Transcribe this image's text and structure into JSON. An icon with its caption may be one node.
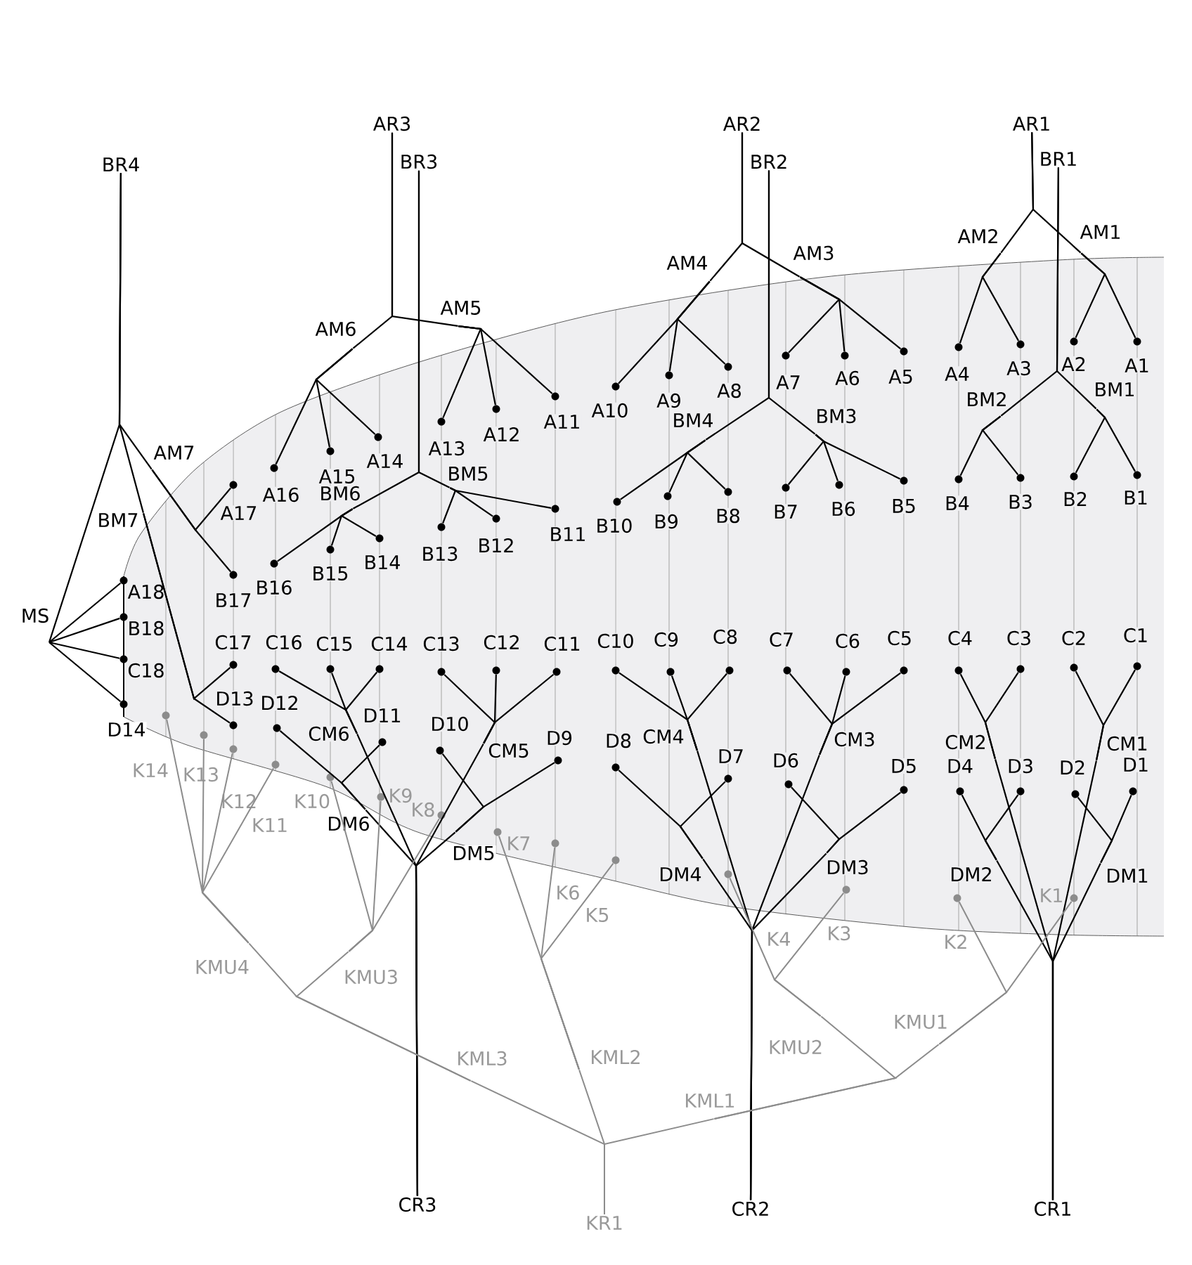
{
  "diagram": {
    "nodes": [
      {
        "text": [
          "AR1"
        ]
      },
      {
        "text": [
          "AM2"
        ]
      },
      {
        "text": [
          "AM1"
        ]
      },
      {
        "text": [
          "A4"
        ]
      },
      {
        "text": [
          "A3"
        ]
      },
      {
        "text": [
          "A2"
        ]
      },
      {
        "text": [
          "A1"
        ]
      },
      {
        "text": [
          "BR1"
        ]
      },
      {
        "text": [
          "BM2"
        ]
      },
      {
        "text": [
          "BM1"
        ]
      },
      {
        "text": [
          "B4"
        ]
      },
      {
        "text": [
          "B3"
        ]
      },
      {
        "text": [
          "B2"
        ]
      },
      {
        "text": [
          "B1"
        ]
      },
      {
        "text": [
          "AR2"
        ]
      },
      {
        "text": [
          "AM4"
        ]
      },
      {
        "text": [
          "AM3"
        ]
      },
      {
        "text": [
          "A10"
        ]
      },
      {
        "text": [
          "A9"
        ]
      },
      {
        "text": [
          "A8"
        ]
      },
      {
        "text": [
          "A7"
        ]
      },
      {
        "text": [
          "A6"
        ]
      },
      {
        "text": [
          "A5"
        ]
      },
      {
        "text": [
          "BR2"
        ]
      },
      {
        "text": [
          "BM4"
        ]
      },
      {
        "text": [
          "BM3"
        ]
      },
      {
        "text": [
          "B10"
        ]
      },
      {
        "text": [
          "B9"
        ]
      },
      {
        "text": [
          "B8"
        ]
      },
      {
        "text": [
          "B7"
        ]
      },
      {
        "text": [
          "B6"
        ]
      },
      {
        "text": [
          "B5"
        ]
      },
      {
        "text": [
          "AR3"
        ]
      },
      {
        "text": [
          "AM6"
        ]
      },
      {
        "text": [
          "AM5"
        ]
      },
      {
        "text": [
          "A16"
        ]
      },
      {
        "text": [
          "A15"
        ]
      },
      {
        "text": [
          "A14"
        ]
      },
      {
        "text": [
          "A13"
        ]
      },
      {
        "text": [
          "A12"
        ]
      },
      {
        "text": [
          "A11"
        ]
      },
      {
        "text": [
          "BR3"
        ]
      },
      {
        "text": [
          "BM6"
        ]
      },
      {
        "text": [
          "BM5"
        ]
      },
      {
        "text": [
          "B16"
        ]
      },
      {
        "text": [
          "B15"
        ]
      },
      {
        "text": [
          "B14"
        ]
      },
      {
        "text": [
          "B13"
        ]
      },
      {
        "text": [
          "B12"
        ]
      },
      {
        "text": [
          "B11"
        ]
      },
      {
        "text": [
          "BR4"
        ]
      },
      {
        "text": [
          "AM7"
        ]
      },
      {
        "text": [
          "BM7"
        ]
      },
      {
        "text": [
          "MS"
        ]
      },
      {
        "text": [
          "A17"
        ]
      },
      {
        "text": [
          "B17"
        ]
      },
      {
        "text": [
          "C17"
        ]
      },
      {
        "text": [
          "D13"
        ]
      },
      {
        "text": [
          "A18"
        ]
      },
      {
        "text": [
          "B18"
        ]
      },
      {
        "text": [
          "C18"
        ]
      },
      {
        "text": [
          "D14"
        ]
      },
      {
        "text": [
          "CR3"
        ]
      },
      {
        "text": [
          "CM6"
        ]
      },
      {
        "text": [
          "DM6"
        ]
      },
      {
        "text": [
          "CM5"
        ]
      },
      {
        "text": [
          "DM5"
        ]
      },
      {
        "text": [
          "C16"
        ]
      },
      {
        "text": [
          "C15"
        ]
      },
      {
        "text": [
          "C14"
        ]
      },
      {
        "text": [
          "D12"
        ]
      },
      {
        "text": [
          "D11"
        ]
      },
      {
        "text": [
          "C13"
        ]
      },
      {
        "text": [
          "C12"
        ]
      },
      {
        "text": [
          "C11"
        ]
      },
      {
        "text": [
          "D10"
        ]
      },
      {
        "text": [
          "D9"
        ]
      },
      {
        "text": [
          "CR2"
        ]
      },
      {
        "text": [
          "CM4"
        ]
      },
      {
        "text": [
          "DM4"
        ]
      },
      {
        "text": [
          "CM3"
        ]
      },
      {
        "text": [
          "DM3"
        ]
      },
      {
        "text": [
          "C10"
        ]
      },
      {
        "text": [
          "C9"
        ]
      },
      {
        "text": [
          "C8"
        ]
      },
      {
        "text": [
          "D8"
        ]
      },
      {
        "text": [
          "D7"
        ]
      },
      {
        "text": [
          "C7"
        ]
      },
      {
        "text": [
          "C6"
        ]
      },
      {
        "text": [
          "C5"
        ]
      },
      {
        "text": [
          "D6"
        ]
      },
      {
        "text": [
          "D5"
        ]
      },
      {
        "text": [
          "CR1"
        ]
      },
      {
        "text": [
          "CM2"
        ]
      },
      {
        "text": [
          "DM2"
        ]
      },
      {
        "text": [
          "CM1"
        ]
      },
      {
        "text": [
          "DM1"
        ]
      },
      {
        "text": [
          "C4"
        ]
      },
      {
        "text": [
          "C3"
        ]
      },
      {
        "text": [
          "C2"
        ]
      },
      {
        "text": [
          "C1"
        ]
      },
      {
        "text": [
          "D4"
        ]
      },
      {
        "text": [
          "D3"
        ]
      },
      {
        "text": [
          "D2"
        ]
      },
      {
        "text": [
          "D1"
        ]
      },
      {
        "text": [
          "KR1"
        ]
      },
      {
        "text": [
          "KML3"
        ]
      },
      {
        "text": [
          "KML2"
        ]
      },
      {
        "text": [
          "KML1"
        ]
      },
      {
        "text": [
          "KMU4"
        ]
      },
      {
        "text": [
          "KMU3"
        ]
      },
      {
        "text": [
          "KMU2"
        ]
      },
      {
        "text": [
          "KMU1"
        ]
      },
      {
        "text": [
          "K14"
        ]
      },
      {
        "text": [
          "K13"
        ]
      },
      {
        "text": [
          "K12"
        ]
      },
      {
        "text": [
          "K11"
        ]
      },
      {
        "text": [
          "K10"
        ]
      },
      {
        "text": [
          "K9"
        ]
      },
      {
        "text": [
          "K8"
        ]
      },
      {
        "text": [
          "K7"
        ]
      },
      {
        "text": [
          "K6"
        ]
      },
      {
        "text": [
          "K5"
        ]
      },
      {
        "text": [
          "K4"
        ]
      },
      {
        "text": [
          "K3"
        ]
      },
      {
        "text": [
          "K2"
        ]
      },
      {
        "text": [
          "K1"
        ]
      }
    ],
    "edges": [
      {
        "from": 0,
        "to": 1,
        "arrow": "none"
      },
      {
        "from": 0,
        "to": 2,
        "arrow": "none"
      },
      {
        "from": 1,
        "to": 3,
        "arrow": "none"
      },
      {
        "from": 1,
        "to": 4,
        "arrow": "none"
      },
      {
        "from": 2,
        "to": 5,
        "arrow": "none"
      },
      {
        "from": 2,
        "to": 6,
        "arrow": "none"
      },
      {
        "from": 7,
        "to": 8,
        "arrow": "none"
      },
      {
        "from": 7,
        "to": 9,
        "arrow": "none"
      },
      {
        "from": 8,
        "to": 10,
        "arrow": "none"
      },
      {
        "from": 8,
        "to": 11,
        "arrow": "none"
      },
      {
        "from": 9,
        "to": 12,
        "arrow": "none"
      },
      {
        "from": 9,
        "to": 13,
        "arrow": "none"
      },
      {
        "from": 14,
        "to": 15,
        "arrow": "none"
      },
      {
        "from": 14,
        "to": 16,
        "arrow": "none"
      },
      {
        "from": 15,
        "to": 17,
        "arrow": "none"
      },
      {
        "from": 15,
        "to": 18,
        "arrow": "none"
      },
      {
        "from": 15,
        "to": 19,
        "arrow": "none"
      },
      {
        "from": 16,
        "to": 20,
        "arrow": "none"
      },
      {
        "from": 16,
        "to": 21,
        "arrow": "none"
      },
      {
        "from": 16,
        "to": 22,
        "arrow": "none"
      },
      {
        "from": 23,
        "to": 24,
        "arrow": "none"
      },
      {
        "from": 23,
        "to": 25,
        "arrow": "none"
      },
      {
        "from": 24,
        "to": 26,
        "arrow": "none"
      },
      {
        "from": 24,
        "to": 27,
        "arrow": "none"
      },
      {
        "from": 24,
        "to": 28,
        "arrow": "none"
      },
      {
        "from": 25,
        "to": 29,
        "arrow": "none"
      },
      {
        "from": 25,
        "to": 30,
        "arrow": "none"
      },
      {
        "from": 25,
        "to": 31,
        "arrow": "none"
      },
      {
        "from": 32,
        "to": 33,
        "arrow": "none"
      },
      {
        "from": 32,
        "to": 34,
        "arrow": "none"
      },
      {
        "from": 33,
        "to": 35,
        "arrow": "none"
      },
      {
        "from": 33,
        "to": 36,
        "arrow": "none"
      },
      {
        "from": 33,
        "to": 37,
        "arrow": "none"
      },
      {
        "from": 34,
        "to": 38,
        "arrow": "none"
      },
      {
        "from": 34,
        "to": 39,
        "arrow": "none"
      },
      {
        "from": 34,
        "to": 40,
        "arrow": "none"
      },
      {
        "from": 41,
        "to": 42,
        "arrow": "none"
      },
      {
        "from": 41,
        "to": 43,
        "arrow": "none"
      },
      {
        "from": 42,
        "to": 44,
        "arrow": "none"
      },
      {
        "from": 42,
        "to": 45,
        "arrow": "none"
      },
      {
        "from": 42,
        "to": 46,
        "arrow": "none"
      },
      {
        "from": 43,
        "to": 47,
        "arrow": "none"
      },
      {
        "from": 43,
        "to": 48,
        "arrow": "none"
      },
      {
        "from": 43,
        "to": 49,
        "arrow": "none"
      },
      {
        "from": 50,
        "to": 51,
        "arrow": "none"
      },
      {
        "from": 50,
        "to": 52,
        "arrow": "none"
      },
      {
        "from": 50,
        "to": 53,
        "arrow": "none"
      },
      {
        "from": 51,
        "to": 54,
        "arrow": "none"
      },
      {
        "from": 51,
        "to": 55,
        "arrow": "none"
      },
      {
        "from": 52,
        "to": 56,
        "arrow": "none"
      },
      {
        "from": 52,
        "to": 57,
        "arrow": "none"
      },
      {
        "from": 53,
        "to": 58,
        "arrow": "none"
      },
      {
        "from": 53,
        "to": 59,
        "arrow": "none"
      },
      {
        "from": 53,
        "to": 60,
        "arrow": "none"
      },
      {
        "from": 53,
        "to": 61,
        "arrow": "none"
      },
      {
        "from": 62,
        "to": 63,
        "arrow": "none"
      },
      {
        "from": 62,
        "to": 64,
        "arrow": "none"
      },
      {
        "from": 62,
        "to": 65,
        "arrow": "none"
      },
      {
        "from": 62,
        "to": 66,
        "arrow": "none"
      },
      {
        "from": 63,
        "to": 67,
        "arrow": "none"
      },
      {
        "from": 63,
        "to": 68,
        "arrow": "none"
      },
      {
        "from": 63,
        "to": 69,
        "arrow": "none"
      },
      {
        "from": 64,
        "to": 70,
        "arrow": "none"
      },
      {
        "from": 64,
        "to": 71,
        "arrow": "none"
      },
      {
        "from": 65,
        "to": 72,
        "arrow": "none"
      },
      {
        "from": 65,
        "to": 73,
        "arrow": "none"
      },
      {
        "from": 65,
        "to": 74,
        "arrow": "none"
      },
      {
        "from": 66,
        "to": 75,
        "arrow": "none"
      },
      {
        "from": 66,
        "to": 76,
        "arrow": "none"
      },
      {
        "from": 77,
        "to": 78,
        "arrow": "none"
      },
      {
        "from": 77,
        "to": 79,
        "arrow": "none"
      },
      {
        "from": 77,
        "to": 80,
        "arrow": "none"
      },
      {
        "from": 77,
        "to": 81,
        "arrow": "none"
      },
      {
        "from": 78,
        "to": 82,
        "arrow": "none"
      },
      {
        "from": 78,
        "to": 83,
        "arrow": "none"
      },
      {
        "from": 78,
        "to": 84,
        "arrow": "none"
      },
      {
        "from": 79,
        "to": 85,
        "arrow": "none"
      },
      {
        "from": 79,
        "to": 86,
        "arrow": "none"
      },
      {
        "from": 80,
        "to": 87,
        "arrow": "none"
      },
      {
        "from": 80,
        "to": 88,
        "arrow": "none"
      },
      {
        "from": 80,
        "to": 89,
        "arrow": "none"
      },
      {
        "from": 81,
        "to": 90,
        "arrow": "none"
      },
      {
        "from": 81,
        "to": 91,
        "arrow": "none"
      },
      {
        "from": 92,
        "to": 93,
        "arrow": "none"
      },
      {
        "from": 92,
        "to": 94,
        "arrow": "none"
      },
      {
        "from": 92,
        "to": 95,
        "arrow": "none"
      },
      {
        "from": 92,
        "to": 96,
        "arrow": "none"
      },
      {
        "from": 93,
        "to": 97,
        "arrow": "none"
      },
      {
        "from": 93,
        "to": 98,
        "arrow": "none"
      },
      {
        "from": 94,
        "to": 101,
        "arrow": "none"
      },
      {
        "from": 94,
        "to": 102,
        "arrow": "none"
      },
      {
        "from": 95,
        "to": 99,
        "arrow": "none"
      },
      {
        "from": 95,
        "to": 100,
        "arrow": "none"
      },
      {
        "from": 96,
        "to": 103,
        "arrow": "none"
      },
      {
        "from": 96,
        "to": 104,
        "arrow": "none"
      },
      {
        "from": 105,
        "to": 106,
        "arrow": "none",
        "color": "#8c8c8c"
      },
      {
        "from": 105,
        "to": 107,
        "arrow": "none",
        "color": "#8c8c8c"
      },
      {
        "from": 105,
        "to": 108,
        "arrow": "none",
        "color": "#8c8c8c"
      },
      {
        "from": 106,
        "to": 109,
        "arrow": "none",
        "color": "#8c8c8c"
      },
      {
        "from": 106,
        "to": 110,
        "arrow": "none",
        "color": "#8c8c8c"
      },
      {
        "from": 107,
        "to": 120,
        "arrow": "none",
        "color": "#8c8c8c"
      },
      {
        "from": 107,
        "to": 121,
        "arrow": "none",
        "color": "#8c8c8c"
      },
      {
        "from": 107,
        "to": 122,
        "arrow": "none",
        "color": "#8c8c8c"
      },
      {
        "from": 108,
        "to": 111,
        "arrow": "none",
        "color": "#8c8c8c"
      },
      {
        "from": 108,
        "to": 112,
        "arrow": "none",
        "color": "#8c8c8c"
      },
      {
        "from": 109,
        "to": 113,
        "arrow": "none",
        "color": "#8c8c8c"
      },
      {
        "from": 109,
        "to": 114,
        "arrow": "none",
        "color": "#8c8c8c"
      },
      {
        "from": 109,
        "to": 115,
        "arrow": "none",
        "color": "#8c8c8c"
      },
      {
        "from": 109,
        "to": 116,
        "arrow": "none",
        "color": "#8c8c8c"
      },
      {
        "from": 110,
        "to": 117,
        "arrow": "none",
        "color": "#8c8c8c"
      },
      {
        "from": 110,
        "to": 118,
        "arrow": "none",
        "color": "#8c8c8c"
      },
      {
        "from": 110,
        "to": 119,
        "arrow": "none",
        "color": "#8c8c8c"
      },
      {
        "from": 111,
        "to": 123,
        "arrow": "none",
        "color": "#8c8c8c"
      },
      {
        "from": 111,
        "to": 124,
        "arrow": "none",
        "color": "#8c8c8c"
      },
      {
        "from": 112,
        "to": 125,
        "arrow": "none",
        "color": "#8c8c8c"
      },
      {
        "from": 112,
        "to": 126,
        "arrow": "none",
        "color": "#8c8c8c"
      }
    ]
  }
}
